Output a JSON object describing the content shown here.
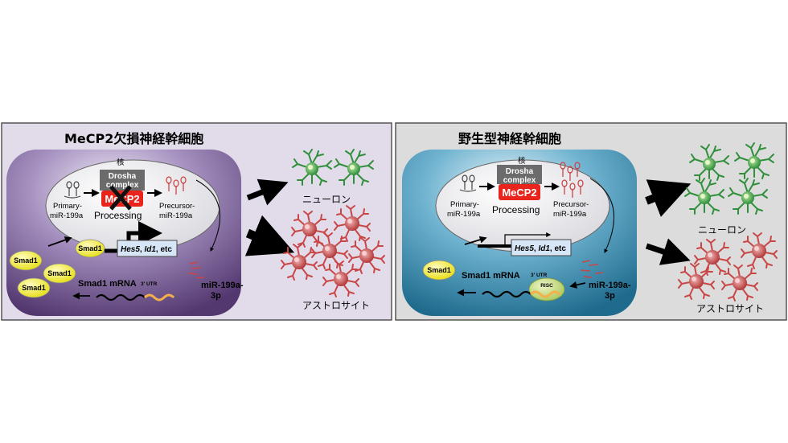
{
  "left_panel": {
    "title": "MeCP2欠損神経幹細胞",
    "nucleus_label": "核",
    "drosha_line1": "Drosha",
    "drosha_line2": "complex",
    "mecp2": "MeCP2",
    "primary_line1": "Primary-",
    "primary_line2": "miR-199a",
    "precursor_line1": "Precursor-",
    "precursor_line2": "miR-199a",
    "processing": "Processing",
    "smad1": "Smad1",
    "genes_hes5": "Hes5",
    "genes_sep1": ", ",
    "genes_id1": "Id1",
    "genes_etc": ", etc",
    "mrna": "Smad1 mRNA",
    "utr": "3' UTR",
    "mir_line1": "miR-199a-",
    "mir_line2": "3p",
    "neuron_label": "ニューロン",
    "astrocyte_label": "アストロサイト"
  },
  "right_panel": {
    "title": "野生型神経幹細胞",
    "nucleus_label": "核",
    "drosha_line1": "Drosha",
    "drosha_line2": "complex",
    "mecp2": "MeCP2",
    "primary_line1": "Primary-",
    "primary_line2": "miR-199a",
    "precursor_line1": "Precursor-",
    "precursor_line2": "miR-199a",
    "processing": "Processing",
    "smad1": "Smad1",
    "genes_hes5": "Hes5",
    "genes_sep1": ", ",
    "genes_id1": "Id1",
    "genes_etc": ", etc",
    "mrna": "Smad1 mRNA",
    "utr": "3' UTR",
    "risc": "RISC",
    "mir_line1": "miR-199a-",
    "mir_line2": "3p",
    "neuron_label": "ニューロン",
    "astrocyte_label": "アストロサイト"
  },
  "colors": {
    "left_bg": "#e2dcea",
    "left_cell": "#6b4f8d",
    "right_bg": "#dcdcdc",
    "right_cell": "#3d8db0",
    "mecp2_red": "#e8241c",
    "smad_yellow": "#f5ef2c",
    "neuron_green": "#2f8f3a",
    "astro_red": "#c94646"
  }
}
